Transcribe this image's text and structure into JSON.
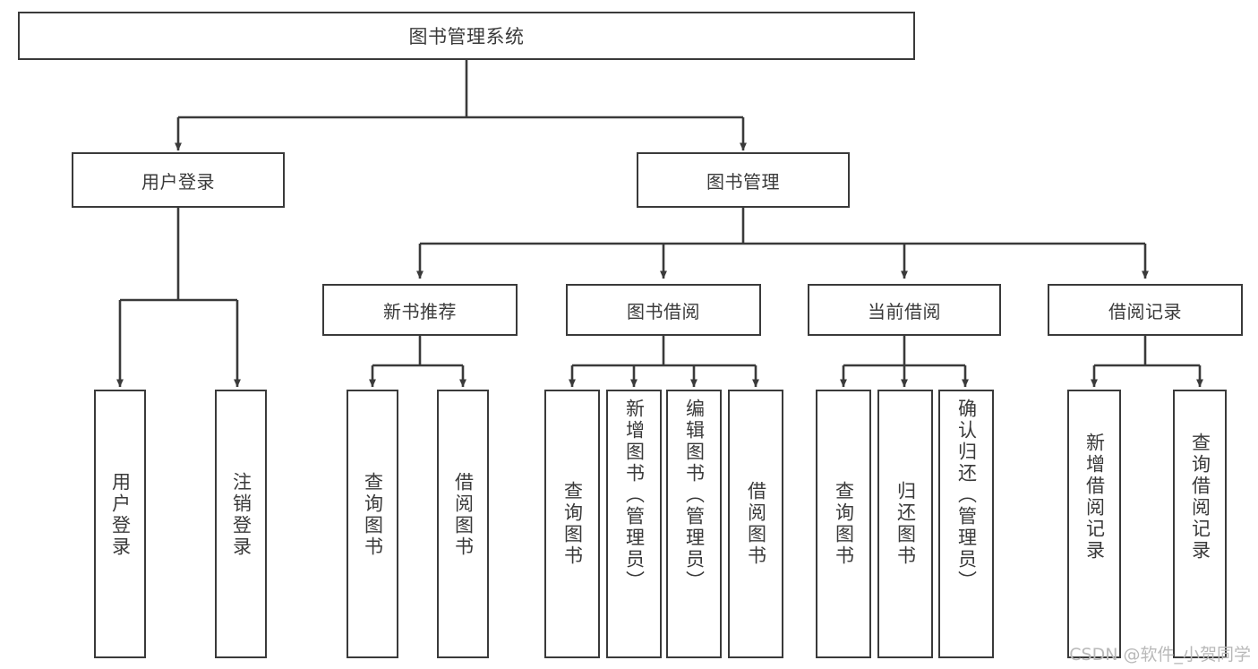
{
  "diagram": {
    "title": "图书管理系统",
    "root": {
      "label": "图书管理系统"
    },
    "level2": [
      {
        "label": "用户登录"
      },
      {
        "label": "图书管理"
      }
    ],
    "level3": [
      {
        "label": "新书推荐"
      },
      {
        "label": "图书借阅"
      },
      {
        "label": "当前借阅"
      },
      {
        "label": "借阅记录"
      }
    ],
    "leaves": {
      "user_login": [
        {
          "label": "用户登录"
        },
        {
          "label": "注销登录"
        }
      ],
      "new_book_recommend": [
        {
          "label": "查询图书"
        },
        {
          "label": "借阅图书"
        }
      ],
      "book_borrow": [
        {
          "label": "查询图书"
        },
        {
          "label": "新增图书（管理员）"
        },
        {
          "label": "编辑图书（管理员）"
        },
        {
          "label": "借阅图书"
        }
      ],
      "current_borrow": [
        {
          "label": "查询图书"
        },
        {
          "label": "归还图书"
        },
        {
          "label": "确认归还（管理员）"
        }
      ],
      "borrow_record": [
        {
          "label": "新增借阅记录"
        },
        {
          "label": "查询借阅记录"
        }
      ]
    }
  },
  "watermark": {
    "text": "CSDN @软件_小贺同学"
  },
  "colors": {
    "border": "#3a3a3a",
    "background": "#ffffff",
    "text": "#3a3a3a",
    "watermark": "#b9b9b9"
  }
}
